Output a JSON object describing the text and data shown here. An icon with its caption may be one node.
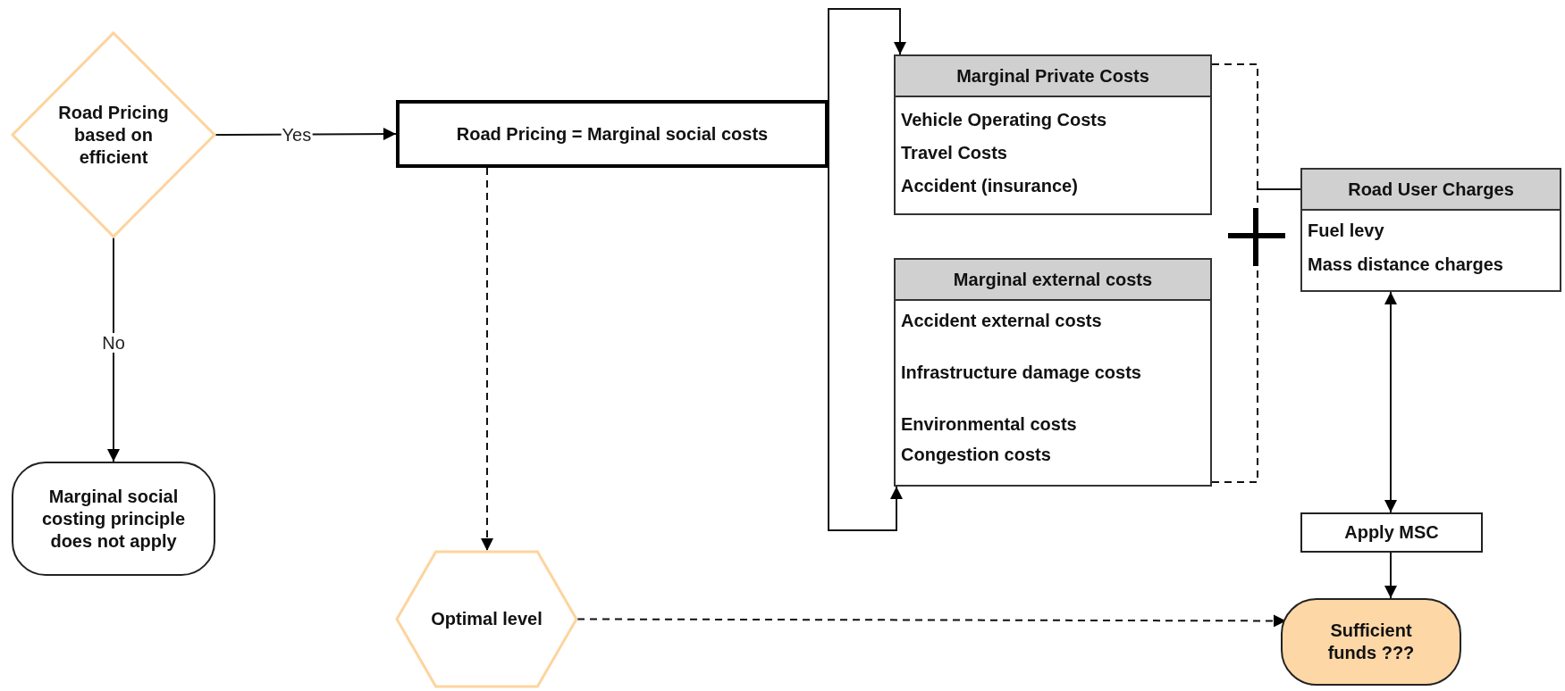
{
  "diagram": {
    "nodes": [
      {
        "text": [
          "Road Pricing based on efficient"
        ]
      },
      {
        "text": [
          "Road Pricing = Marginal social costs"
        ]
      },
      {
        "text": [
          "Marginal Private Costs",
          "Vehicle Operating Costs",
          "Travel Costs",
          "Accident (insurance)"
        ]
      },
      {
        "text": [
          "Marginal external costs",
          "Accident external costs",
          "Infrastructure damage costs",
          "Environmental costs",
          "Congestion costs"
        ]
      },
      {
        "text": [
          "Road User Charges",
          "Fuel levy",
          "Mass distance charges"
        ]
      },
      {
        "text": [
          "Marginal social costing principle does not apply"
        ]
      },
      {
        "text": [
          "Apply MSC"
        ]
      },
      {
        "text": [
          "Optimal level"
        ]
      },
      {
        "text": [
          "Sufficient funds ???"
        ]
      }
    ],
    "edges": [
      {
        "from": 0,
        "to": 1,
        "arrow": "to",
        "label": "Yes"
      },
      {
        "from": 0,
        "to": 5,
        "arrow": "to",
        "label": "No"
      },
      {
        "from": 1,
        "to": 2,
        "arrow": "to"
      },
      {
        "from": 1,
        "to": 3,
        "arrow": "to"
      },
      {
        "from": 1,
        "to": 7,
        "arrow": "to",
        "style": "dashed"
      },
      {
        "from": 7,
        "to": 8,
        "arrow": "to",
        "style": "dashed"
      },
      {
        "from": 4,
        "to": 6,
        "arrow": "both"
      },
      {
        "from": 6,
        "to": 8,
        "arrow": "to"
      },
      {
        "from": 2,
        "to": 4,
        "arrow": "none",
        "style": "dashed"
      },
      {
        "from": 3,
        "to": 4,
        "arrow": "none",
        "style": "dashed"
      }
    ]
  }
}
